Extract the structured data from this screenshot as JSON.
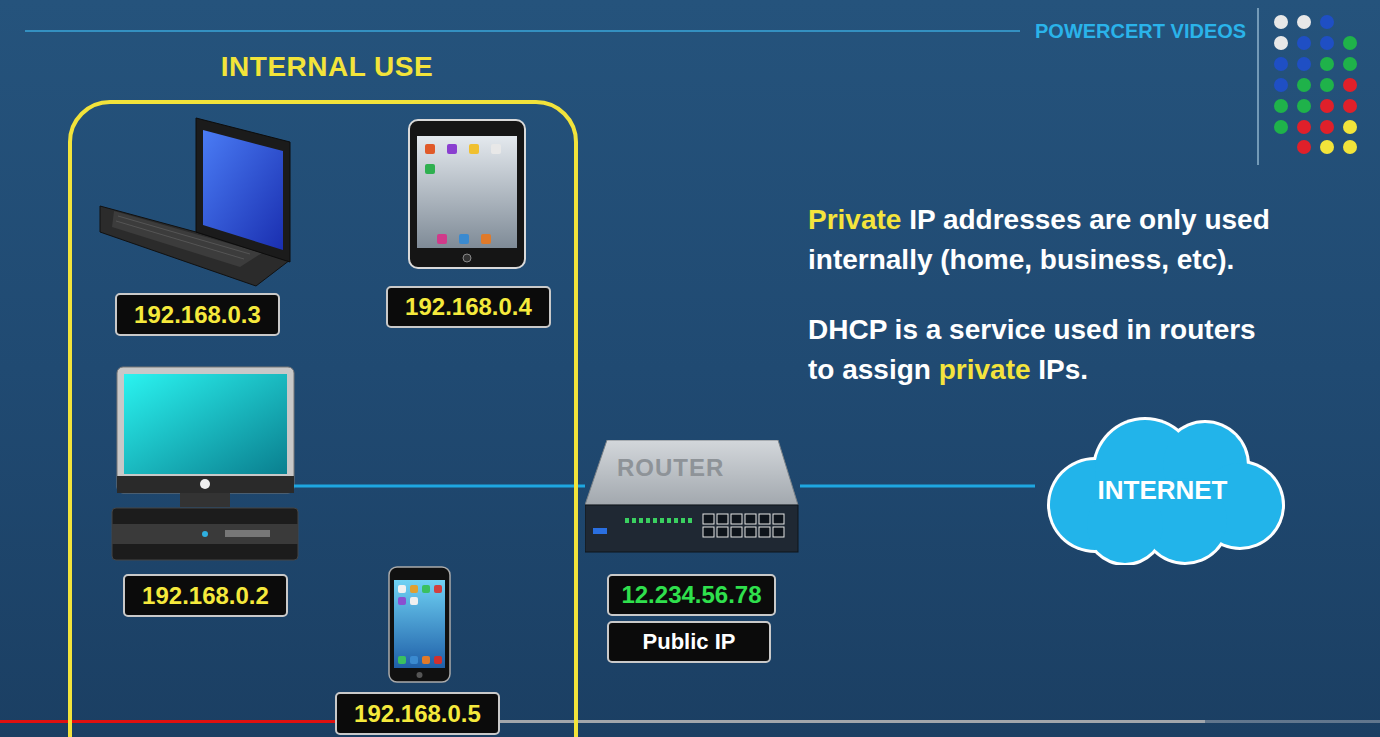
{
  "diagram": {
    "nodes": [
      {
        "text": [
          "INTERNAL USE"
        ]
      },
      {
        "text": [
          "192.168.0.3"
        ],
        "in": 0
      },
      {
        "text": [
          "192.168.0.4"
        ],
        "in": 0
      },
      {
        "text": [
          "192.168.0.2"
        ],
        "in": 0
      },
      {
        "text": [
          "192.168.0.5"
        ],
        "in": 0
      },
      {
        "text": [
          "ROUTER"
        ]
      },
      {
        "text": [
          "12.234.56.78"
        ]
      },
      {
        "text": [
          "Public IP"
        ]
      },
      {
        "text": [
          "INTERNET"
        ]
      }
    ],
    "edges": [
      {
        "from": 0,
        "to": 5,
        "arrow": "none"
      },
      {
        "from": 5,
        "to": 8,
        "arrow": "none"
      }
    ],
    "labels": [
      "POWERCERT VIDEOS",
      "Private",
      "IP addresses are only used internally (home, business, etc).",
      "DHCP is a service used in routers to assign",
      "private",
      "IPs."
    ]
  }
}
